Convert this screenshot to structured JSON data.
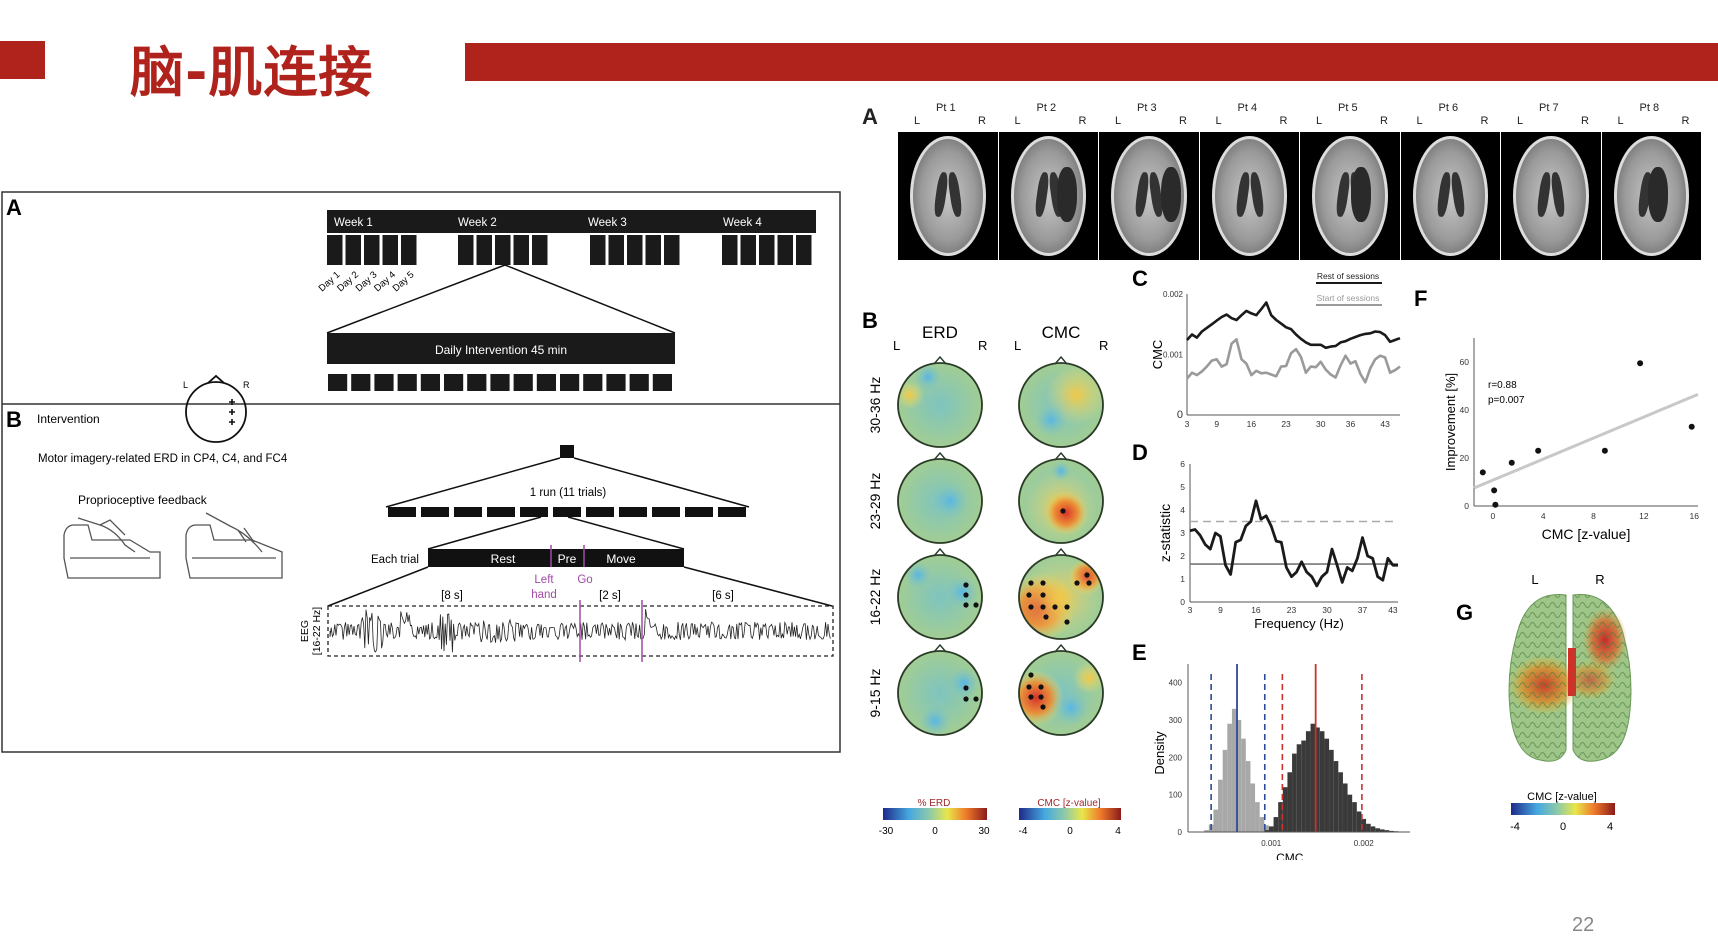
{
  "slide": {
    "title": "脑-肌连接",
    "page_number": "22",
    "accent_color": "#b0221c"
  },
  "left_figure": {
    "panel_a": {
      "label": "A",
      "weeks": [
        "Week 1",
        "Week 2",
        "Week 3",
        "Week 4"
      ],
      "days": [
        "Day 1",
        "Day 2",
        "Day 3",
        "Day 4",
        "Day 5"
      ],
      "daily_label": "Daily Intervention 45 min",
      "daily_blocks": 15
    },
    "panel_b": {
      "label": "B",
      "intervention": "Intervention",
      "head_left": "L",
      "head_right": "R",
      "erd_text": "Motor imagery-related ERD in CP4, C4, and FC4",
      "feedback": "Proprioceptive feedback",
      "run_label": "1 run (11 trials)",
      "each_trial": "Each trial",
      "phases": [
        "Rest",
        "Pre",
        "Move"
      ],
      "cue_left": "Left",
      "cue_hand": "hand",
      "cue_go": "Go",
      "durations": [
        "[8 s]",
        "[2 s]",
        "[6 s]"
      ],
      "eeg_label_1": "EEG",
      "eeg_label_2": "[16-22 Hz]"
    }
  },
  "right_figure": {
    "panel_a": {
      "label": "A",
      "patients": [
        "Pt 1",
        "Pt 2",
        "Pt 3",
        "Pt 4",
        "Pt 5",
        "Pt 6",
        "Pt 7",
        "Pt 8"
      ],
      "left": "L",
      "right": "R"
    },
    "panel_b": {
      "label": "B",
      "col_erd": "ERD",
      "col_cmc": "CMC",
      "left": "L",
      "right": "R",
      "bands": [
        "30-36 Hz",
        "23-29 Hz",
        "16-22 Hz",
        "9-15 Hz"
      ],
      "erd_colorbar": {
        "title": "% ERD",
        "ticks": [
          "-30",
          "0",
          "30"
        ]
      },
      "cmc_colorbar": {
        "title": "CMC [z-value]",
        "ticks": [
          "-4",
          "0",
          "4"
        ]
      }
    },
    "panel_g": {
      "label": "G",
      "left": "L",
      "right": "R",
      "colorbar": {
        "title": "CMC [z-value]",
        "ticks": [
          "-4",
          "0",
          "4"
        ]
      }
    }
  },
  "chart_data": [
    {
      "id": "C",
      "type": "line",
      "label": "C",
      "ylabel": "CMC",
      "xlabel": "",
      "yticks": [
        "0",
        "0.001",
        "0.002"
      ],
      "xticks": [
        "3",
        "9",
        "16",
        "23",
        "30",
        "36",
        "43"
      ],
      "xlim": [
        3,
        46
      ],
      "ylim": [
        0,
        0.002
      ],
      "x": [
        3,
        4,
        5,
        6,
        7,
        8,
        9,
        10,
        11,
        12,
        13,
        14,
        15,
        16,
        17,
        18,
        19,
        20,
        21,
        22,
        23,
        24,
        25,
        26,
        27,
        28,
        29,
        30,
        31,
        32,
        33,
        34,
        35,
        36,
        37,
        38,
        39,
        40,
        41,
        42,
        43,
        44,
        45,
        46
      ],
      "series": [
        {
          "name": "Rest of sessions",
          "color": "#1a1a1a",
          "values": [
            0.00124,
            0.00133,
            0.00128,
            0.00138,
            0.00144,
            0.0015,
            0.00156,
            0.00162,
            0.00166,
            0.0016,
            0.00157,
            0.00165,
            0.00172,
            0.00168,
            0.00165,
            0.00175,
            0.00186,
            0.00165,
            0.00157,
            0.00151,
            0.00145,
            0.00142,
            0.00133,
            0.00126,
            0.0012,
            0.00116,
            0.00116,
            0.00116,
            0.00111,
            0.00113,
            0.00114,
            0.0012,
            0.00122,
            0.00126,
            0.00129,
            0.00132,
            0.00134,
            0.00135,
            0.00138,
            0.00137,
            0.00132,
            0.00121,
            0.00124,
            0.00127
          ]
        },
        {
          "name": "Start of sessions",
          "color": "#9a9a9a",
          "values": [
            0.0006,
            0.0007,
            0.00066,
            0.00072,
            0.0008,
            0.0009,
            0.00092,
            0.0008,
            0.00084,
            0.00118,
            0.00125,
            0.00092,
            0.00085,
            0.00066,
            0.00073,
            0.00069,
            0.0007,
            0.00067,
            0.00064,
            0.0008,
            0.00081,
            0.00102,
            0.00109,
            0.00096,
            0.0007,
            0.0008,
            0.00079,
            0.00088,
            0.00075,
            0.00067,
            0.00062,
            0.00082,
            0.00098,
            0.00085,
            0.00089,
            0.00068,
            0.00054,
            0.00077,
            0.00092,
            0.00098,
            0.00095,
            0.0007,
            0.00074,
            0.0008
          ]
        }
      ]
    },
    {
      "id": "D",
      "type": "line",
      "label": "D",
      "ylabel": "z-statistic",
      "xlabel": "Frequency (Hz)",
      "yticks": [
        "0",
        "1",
        "2",
        "3",
        "4",
        "5",
        "6"
      ],
      "xticks": [
        "3",
        "9",
        "16",
        "23",
        "30",
        "37",
        "43"
      ],
      "xlim": [
        3,
        44
      ],
      "ylim": [
        0,
        6
      ],
      "x": [
        3,
        4,
        5,
        6,
        7,
        8,
        9,
        10,
        11,
        12,
        13,
        14,
        15,
        16,
        17,
        18,
        19,
        20,
        21,
        22,
        23,
        24,
        25,
        26,
        27,
        28,
        29,
        30,
        31,
        32,
        33,
        34,
        35,
        36,
        37,
        38,
        39,
        40,
        41,
        42,
        43,
        44
      ],
      "series": [
        {
          "name": "z-statistic",
          "color": "#1a1a1a",
          "values": [
            3.1,
            3.15,
            2.9,
            2.5,
            2.3,
            3.0,
            2.85,
            1.6,
            1.2,
            2.6,
            2.7,
            3.3,
            3.5,
            4.4,
            3.6,
            3.75,
            3.3,
            2.65,
            2.6,
            1.5,
            1.1,
            1.3,
            1.75,
            1.3,
            1.1,
            0.7,
            1.1,
            1.3,
            2.3,
            1.6,
            0.85,
            1.5,
            1.35,
            1.9,
            2.8,
            2.0,
            1.9,
            1.1,
            0.95,
            1.9,
            1.6,
            1.6
          ]
        }
      ],
      "thresholds": [
        {
          "name": "dashed",
          "value": 3.5,
          "color": "#aaaaaa"
        },
        {
          "name": "solid",
          "value": 1.65,
          "color": "#777777"
        }
      ]
    },
    {
      "id": "E",
      "type": "bar",
      "label": "E",
      "ylabel": "Density",
      "xlabel": "CMC",
      "yticks": [
        "0",
        "100",
        "200",
        "300",
        "400"
      ],
      "xticks": [
        "0.001",
        "0.002"
      ],
      "xlim": [
        0.0001,
        0.0025
      ],
      "ylim": [
        0,
        450
      ],
      "series": [
        {
          "name": "Start of sessions",
          "color": "#a8a8a8",
          "mean": 0.00063,
          "ci": [
            0.00035,
            0.00093
          ],
          "line_color": "#2b4a9a",
          "centers": [
            0.0003,
            0.00035,
            0.0004,
            0.00045,
            0.0005,
            0.00055,
            0.0006,
            0.00065,
            0.0007,
            0.00075,
            0.0008,
            0.00085,
            0.0009,
            0.00095,
            0.001,
            0.00105
          ],
          "values": [
            5,
            20,
            60,
            140,
            220,
            290,
            330,
            300,
            250,
            190,
            130,
            80,
            40,
            18,
            8,
            2
          ]
        },
        {
          "name": "Rest of sessions",
          "color": "#3a3a3a",
          "mean": 0.00148,
          "ci": [
            0.00112,
            0.00198
          ],
          "line_color": "#c8342c",
          "centers": [
            0.00095,
            0.001,
            0.00105,
            0.0011,
            0.00115,
            0.0012,
            0.00125,
            0.0013,
            0.00135,
            0.0014,
            0.00145,
            0.0015,
            0.00155,
            0.0016,
            0.00165,
            0.0017,
            0.00175,
            0.0018,
            0.00185,
            0.0019,
            0.00195,
            0.002,
            0.00205,
            0.0021,
            0.00215,
            0.0022,
            0.00225,
            0.0023,
            0.00235,
            0.0024
          ],
          "values": [
            5,
            15,
            40,
            80,
            120,
            160,
            210,
            235,
            245,
            270,
            290,
            280,
            270,
            250,
            220,
            190,
            160,
            130,
            100,
            80,
            55,
            35,
            22,
            15,
            10,
            7,
            5,
            3,
            2,
            1
          ]
        }
      ]
    },
    {
      "id": "F",
      "type": "scatter",
      "label": "F",
      "ylabel": "Improvement [%]",
      "xlabel": "CMC [z-value]",
      "yticks": [
        "0",
        "20",
        "40",
        "60"
      ],
      "xticks": [
        "0",
        "4",
        "8",
        "12",
        "16"
      ],
      "xlim": [
        -1.5,
        16.3
      ],
      "ylim": [
        0,
        70
      ],
      "x": [
        -0.8,
        0.1,
        0.2,
        1.5,
        3.6,
        8.9,
        11.7,
        15.8
      ],
      "y": [
        14,
        6.5,
        0.5,
        18,
        23,
        23,
        59.5,
        33
      ],
      "fit": {
        "x": [
          -1.5,
          16.3
        ],
        "y": [
          7.5,
          46.5
        ],
        "color": "#c8c8c8"
      },
      "annotation": [
        "r=0.88",
        "p=0.007"
      ]
    }
  ]
}
